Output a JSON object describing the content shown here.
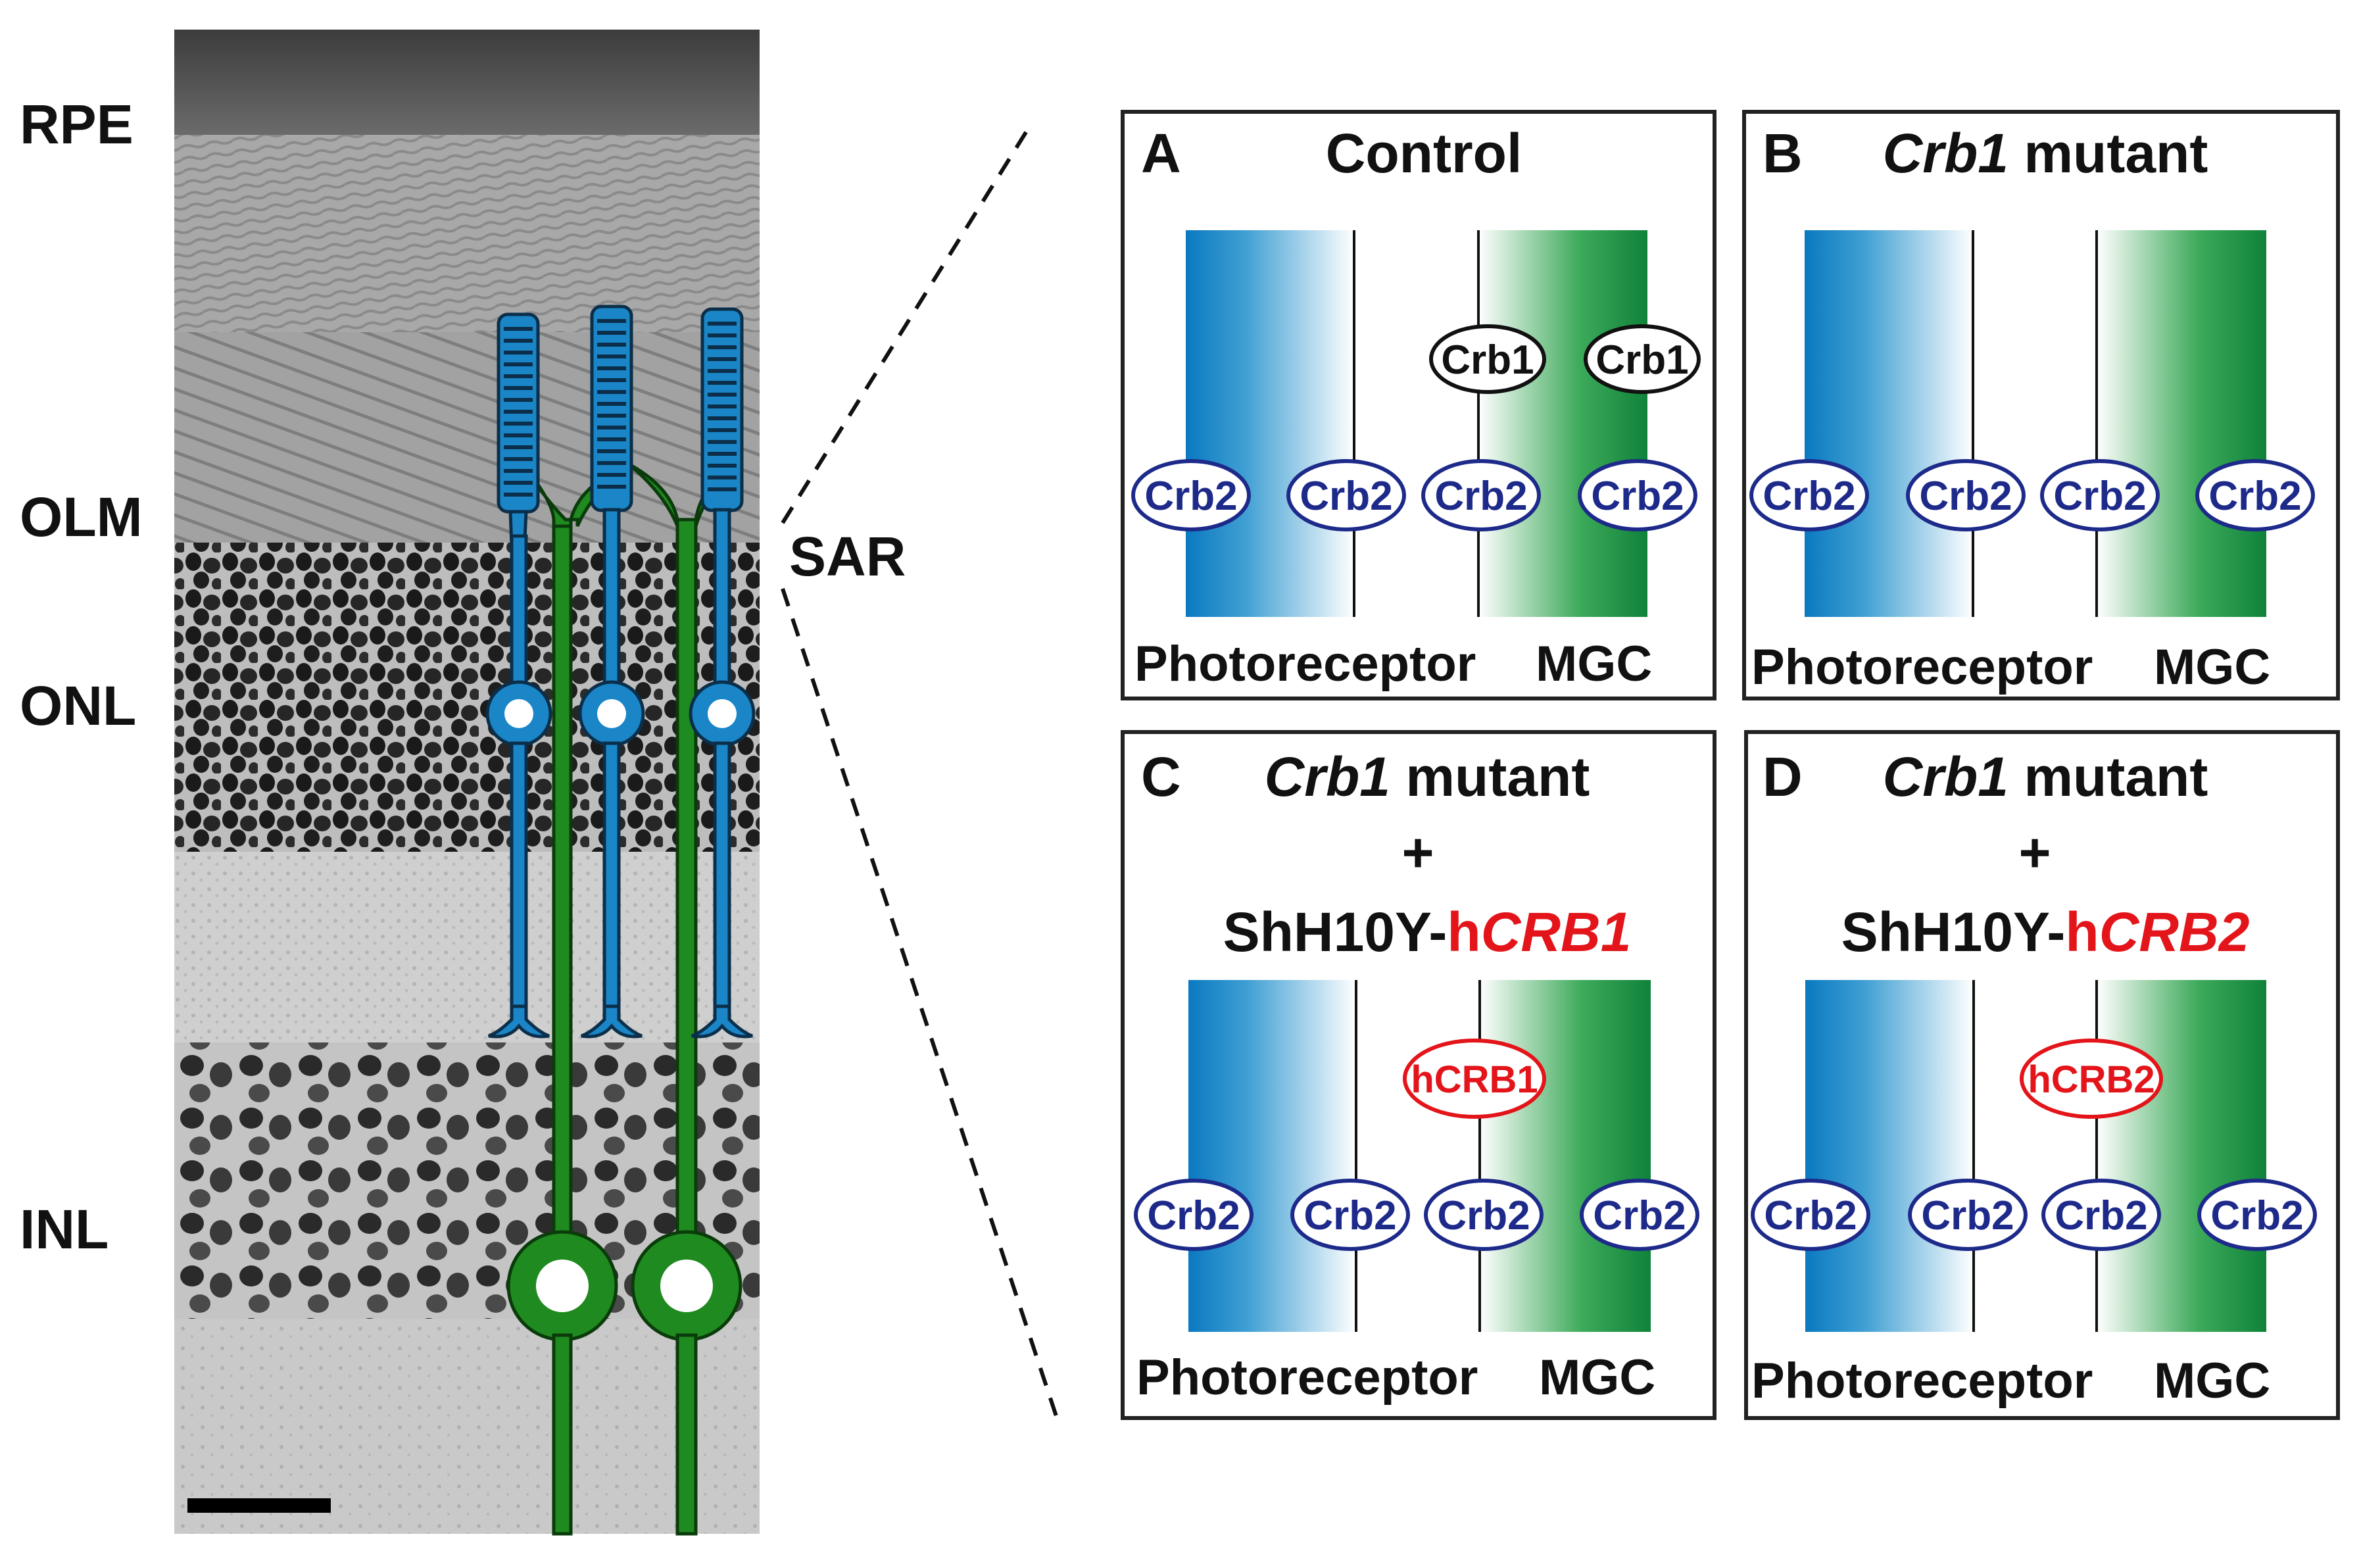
{
  "layer_labels": {
    "rpe": "RPE",
    "olm": "OLM",
    "onl": "ONL",
    "inl": "INL",
    "sar": "SAR"
  },
  "panels": {
    "a": {
      "letter": "A",
      "title": "Control",
      "left_cell": "Photoreceptor",
      "right_cell": "MGC",
      "mgc_proteins": [
        "Crb1",
        "Crb1"
      ],
      "junction_proteins": [
        "Crb2",
        "Crb2",
        "Crb2",
        "Crb2"
      ]
    },
    "b": {
      "letter": "B",
      "title_italic": "Crb1",
      "title_rest": " mutant",
      "left_cell": "Photoreceptor",
      "right_cell": "MGC",
      "junction_proteins": [
        "Crb2",
        "Crb2",
        "Crb2",
        "Crb2"
      ]
    },
    "c": {
      "letter": "C",
      "title_italic": "Crb1",
      "title_rest": " mutant",
      "plus": "+",
      "vector_prefix": "ShH10Y-",
      "vector_h": "h",
      "vector_gene": "CRB1",
      "transgene_label": "hCRB1",
      "left_cell": "Photoreceptor",
      "right_cell": "MGC",
      "junction_proteins": [
        "Crb2",
        "Crb2",
        "Crb2",
        "Crb2"
      ]
    },
    "d": {
      "letter": "D",
      "title_italic": "Crb1",
      "title_rest": " mutant",
      "plus": "+",
      "vector_prefix": "ShH10Y-",
      "vector_h": "h",
      "vector_gene": "CRB2",
      "transgene_label": "hCRB2",
      "left_cell": "Photoreceptor",
      "right_cell": "MGC",
      "junction_proteins": [
        "Crb2",
        "Crb2",
        "Crb2",
        "Crb2"
      ]
    }
  },
  "colors": {
    "photoreceptor_blue": "#1a86c7",
    "mgc_green": "#1f8a1f",
    "crb2_outline": "#1d2a8a",
    "human_transgene_red": "#e3151a"
  }
}
